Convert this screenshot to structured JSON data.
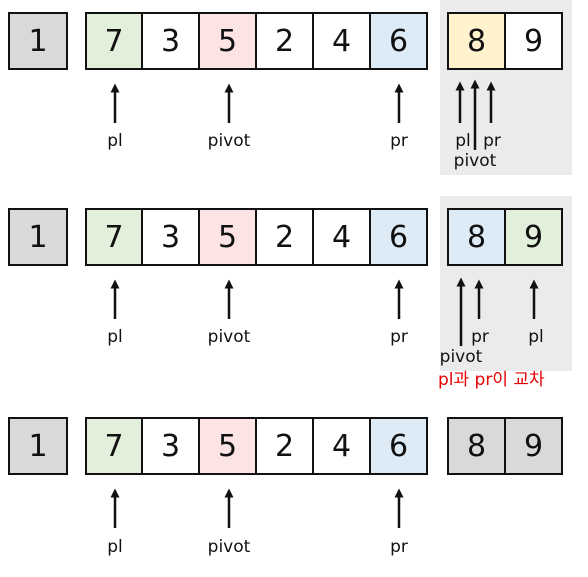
{
  "colors": {
    "gray": "#d9d9d9",
    "green": "#e2efda",
    "red": "#fce4e4",
    "blue": "#ddebf7",
    "yellow": "#fff2cc",
    "white": "#ffffff",
    "panel": "#ebebeb",
    "note": "#e60000"
  },
  "rows": [
    {
      "fixed": {
        "value": "1",
        "color": "gray"
      },
      "main": [
        {
          "value": "7",
          "color": "green"
        },
        {
          "value": "3",
          "color": "white"
        },
        {
          "value": "5",
          "color": "red"
        },
        {
          "value": "2",
          "color": "white"
        },
        {
          "value": "4",
          "color": "white"
        },
        {
          "value": "6",
          "color": "blue"
        }
      ],
      "sub": [
        {
          "value": "8",
          "color": "yellow"
        },
        {
          "value": "9",
          "color": "white"
        }
      ],
      "labels": {
        "pl": "pl",
        "pivot": "pivot",
        "pr": "pr",
        "sub_pl": "pl",
        "sub_pr": "pr",
        "sub_pivot": "pivot"
      }
    },
    {
      "fixed": {
        "value": "1",
        "color": "gray"
      },
      "main": [
        {
          "value": "7",
          "color": "green"
        },
        {
          "value": "3",
          "color": "white"
        },
        {
          "value": "5",
          "color": "red"
        },
        {
          "value": "2",
          "color": "white"
        },
        {
          "value": "4",
          "color": "white"
        },
        {
          "value": "6",
          "color": "blue"
        }
      ],
      "sub": [
        {
          "value": "8",
          "color": "blue"
        },
        {
          "value": "9",
          "color": "green"
        }
      ],
      "labels": {
        "pl": "pl",
        "pivot": "pivot",
        "pr": "pr",
        "sub_pr": "pr",
        "sub_pl": "pl",
        "sub_pivot": "pivot"
      },
      "note": "pl과 pr이 교차"
    },
    {
      "fixed": {
        "value": "1",
        "color": "gray"
      },
      "main": [
        {
          "value": "7",
          "color": "green"
        },
        {
          "value": "3",
          "color": "white"
        },
        {
          "value": "5",
          "color": "red"
        },
        {
          "value": "2",
          "color": "white"
        },
        {
          "value": "4",
          "color": "white"
        },
        {
          "value": "6",
          "color": "blue"
        }
      ],
      "sub": [
        {
          "value": "8",
          "color": "gray"
        },
        {
          "value": "9",
          "color": "gray"
        }
      ],
      "labels": {
        "pl": "pl",
        "pivot": "pivot",
        "pr": "pr"
      }
    }
  ]
}
